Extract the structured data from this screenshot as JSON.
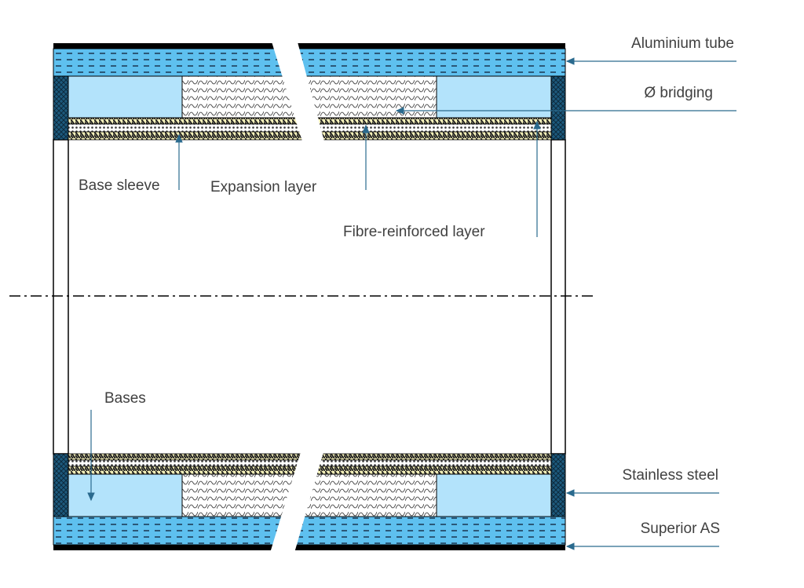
{
  "labels": {
    "aluminium_tube": "Aluminium tube",
    "bridging": "Ø bridging",
    "base_sleeve": "Base sleeve",
    "expansion_layer": "Expansion layer",
    "fibre_layer": "Fibre-reinforced layer",
    "bases": "Bases",
    "stainless_steel": "Stainless steel",
    "superior_as": "Superior AS"
  },
  "colors": {
    "aluminium": "#5ec0ef",
    "base_fill": "#b3e3fb",
    "end_cap": "#1d5a7d",
    "hatch_yellow": "#f3efb8",
    "leader": "#2a6a8e"
  }
}
